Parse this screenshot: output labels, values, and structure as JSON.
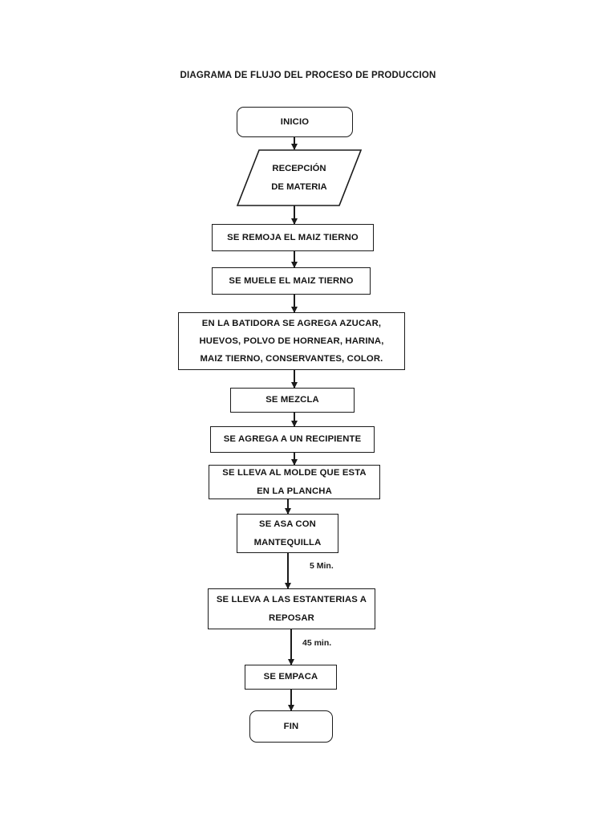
{
  "document": {
    "title": "DIAGRAMA DE FLUJO DEL PROCESO DE PRODUCCION",
    "background_color": "#ffffff",
    "line_color": "#1b1b1b",
    "text_color": "#141414"
  },
  "flowchart": {
    "type": "process-flow",
    "orientation": "vertical",
    "nodes": [
      {
        "id": "n1",
        "shape": "terminator",
        "lines": [
          "INICIO"
        ]
      },
      {
        "id": "n2",
        "shape": "parallelogram",
        "lines": [
          "RECEPCIÓN",
          "DE MATERIA"
        ]
      },
      {
        "id": "n3",
        "shape": "process",
        "lines": [
          "SE REMOJA EL MAIZ TIERNO"
        ]
      },
      {
        "id": "n4",
        "shape": "process",
        "lines": [
          "SE MUELE EL MAIZ TIERNO"
        ]
      },
      {
        "id": "n5",
        "shape": "process",
        "lines": [
          "EN LA BATIDORA SE AGREGA AZUCAR,",
          "HUEVOS, POLVO DE HORNEAR, HARINA,",
          "MAIZ TIERNO, CONSERVANTES, COLOR."
        ]
      },
      {
        "id": "n6",
        "shape": "process",
        "lines": [
          "SE MEZCLA"
        ]
      },
      {
        "id": "n7",
        "shape": "process",
        "lines": [
          "SE AGREGA A UN RECIPIENTE"
        ]
      },
      {
        "id": "n8",
        "shape": "process",
        "lines": [
          "SE LLEVA AL MOLDE QUE ESTA",
          "EN LA PLANCHA"
        ]
      },
      {
        "id": "n9",
        "shape": "process",
        "lines": [
          "SE ASA CON",
          "MANTEQUILLA"
        ]
      },
      {
        "id": "n10",
        "shape": "process",
        "lines": [
          "SE LLEVA A LAS ESTANTERIAS A",
          "REPOSAR"
        ]
      },
      {
        "id": "n11",
        "shape": "process",
        "lines": [
          "SE EMPACA"
        ]
      },
      {
        "id": "n12",
        "shape": "terminator",
        "lines": [
          "FIN"
        ]
      }
    ],
    "edges": [
      {
        "from": "n1",
        "to": "n2",
        "label": ""
      },
      {
        "from": "n2",
        "to": "n3",
        "label": ""
      },
      {
        "from": "n3",
        "to": "n4",
        "label": ""
      },
      {
        "from": "n4",
        "to": "n5",
        "label": ""
      },
      {
        "from": "n5",
        "to": "n6",
        "label": ""
      },
      {
        "from": "n6",
        "to": "n7",
        "label": ""
      },
      {
        "from": "n7",
        "to": "n8",
        "label": ""
      },
      {
        "from": "n8",
        "to": "n9",
        "label": ""
      },
      {
        "from": "n9",
        "to": "n10",
        "label": "5 Min."
      },
      {
        "from": "n10",
        "to": "n11",
        "label": "45 min."
      },
      {
        "from": "n11",
        "to": "n12",
        "label": ""
      }
    ],
    "edge_labels": {
      "asado_tiempo": "5 Min.",
      "reposo_tiempo": "45 min."
    }
  }
}
